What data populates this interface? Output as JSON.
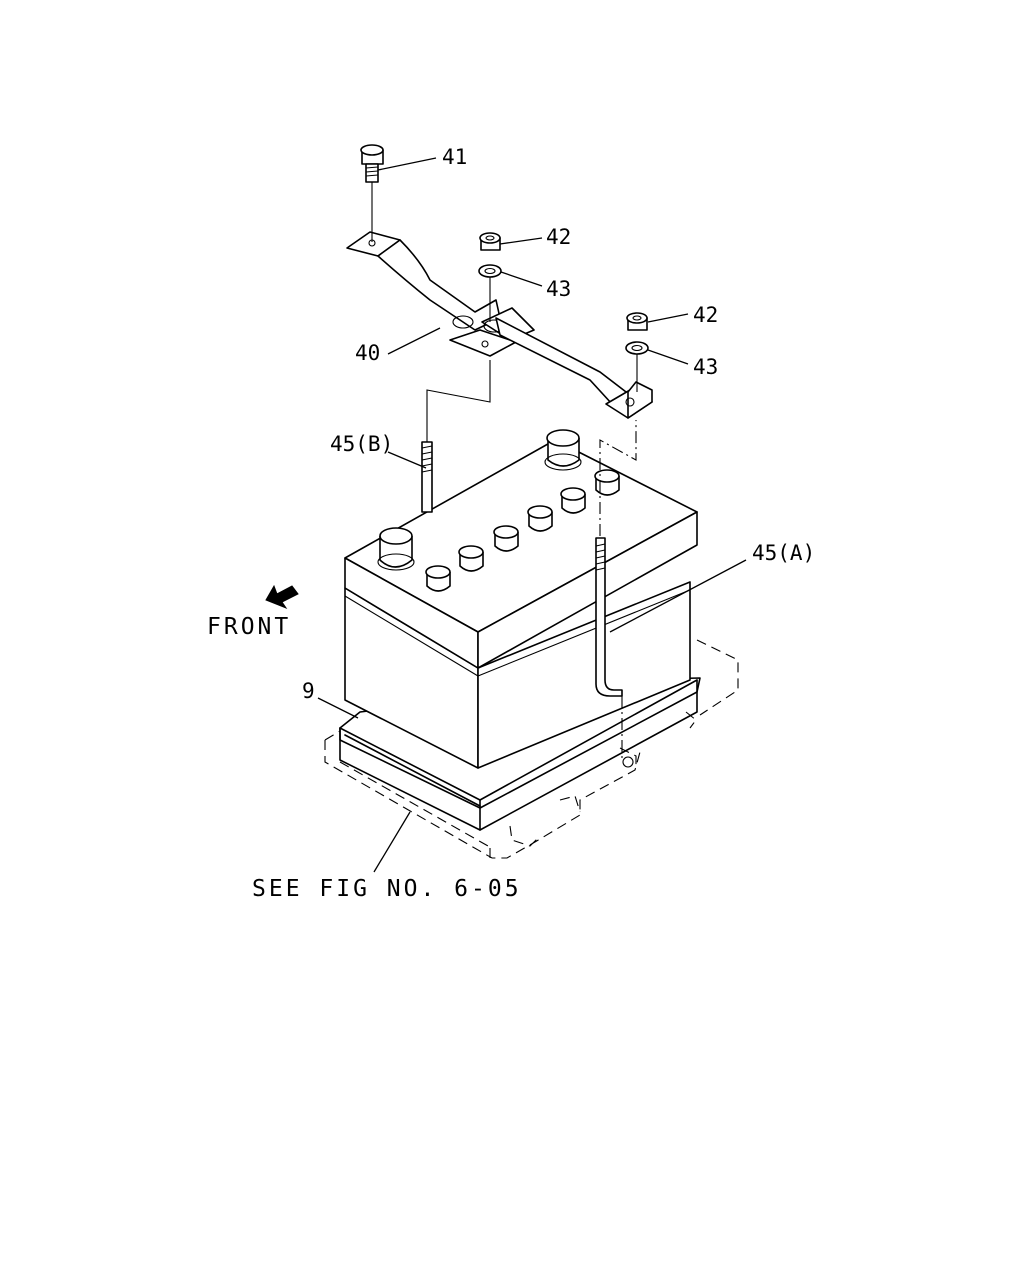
{
  "callouts": {
    "c41": "41",
    "c42a": "42",
    "c43a": "43",
    "c42b": "42",
    "c43b": "43",
    "c40": "40",
    "c45b": "45(B)",
    "c45a": "45(A)",
    "c9": "9"
  },
  "front_label": "FRONT",
  "see_note": "SEE FIG NO. 6-05",
  "icons": {
    "front_arrow": "arrow-down-left-icon"
  }
}
